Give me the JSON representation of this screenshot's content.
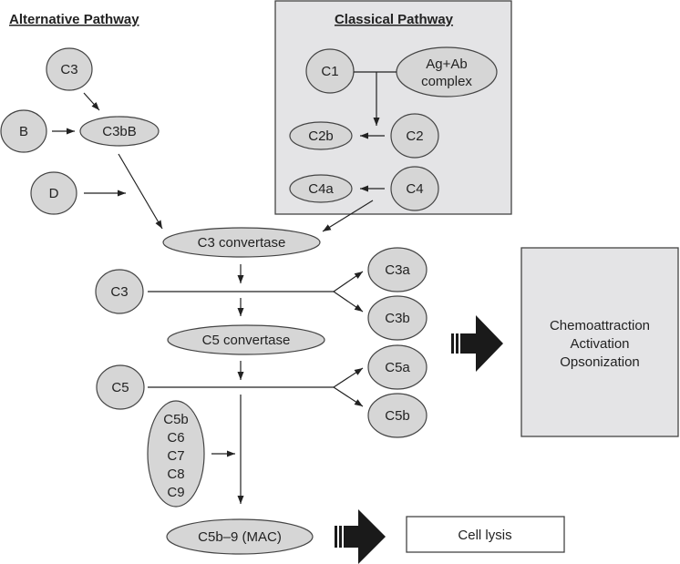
{
  "alternative": {
    "title": "Alternative Pathway",
    "c3": "C3",
    "b": "B",
    "c3bb": "C3bB",
    "d": "D"
  },
  "classical": {
    "title": "Classical Pathway",
    "c1": "C1",
    "agab_line1": "Ag+Ab",
    "agab_line2": "complex",
    "c2": "C2",
    "c2b": "C2b",
    "c4": "C4",
    "c4a": "C4a"
  },
  "common": {
    "c3_convertase": "C3 convertase",
    "c3": "C3",
    "c3a": "C3a",
    "c3b": "C3b",
    "c5_convertase": "C5 convertase",
    "c5": "C5",
    "c5a": "C5a",
    "c5b": "C5b",
    "mac_components": [
      "C5b",
      "C6",
      "C7",
      "C8",
      "C9"
    ],
    "mac": "C5b–9 (MAC)"
  },
  "outcomes": {
    "effects": [
      "Chemoattraction",
      "Activation",
      "Opsonization"
    ],
    "lysis": "Cell lysis"
  },
  "colors": {
    "node_fill": "#d6d6d6",
    "box_fill": "#e4e4e6",
    "line": "#222222"
  }
}
